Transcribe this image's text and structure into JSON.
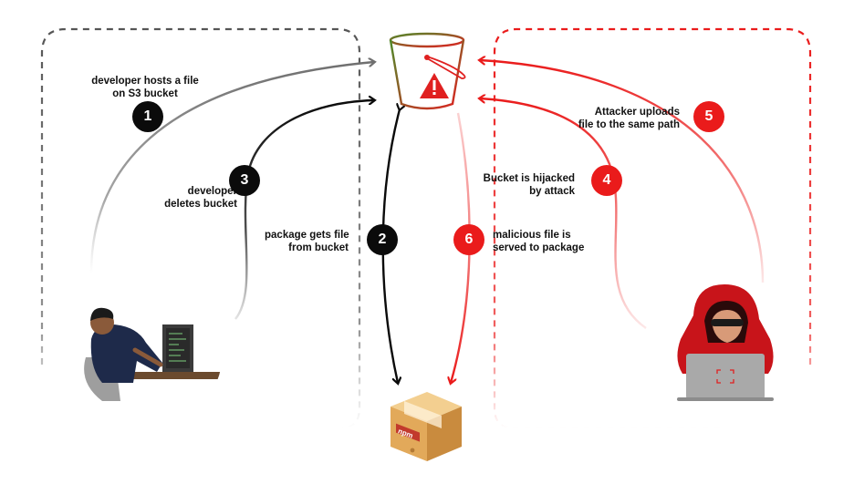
{
  "steps": [
    {
      "number": "1",
      "text_lines": [
        "developer hosts a file",
        "on S3 bucket"
      ]
    },
    {
      "number": "2",
      "text_lines": [
        "package gets file",
        "from bucket"
      ]
    },
    {
      "number": "3",
      "text_lines": [
        "developer",
        "deletes bucket"
      ]
    },
    {
      "number": "4",
      "text_lines": [
        "Bucket is hijacked",
        "by attack"
      ]
    },
    {
      "number": "5",
      "text_lines": [
        "Attacker uploads",
        "file to the same path"
      ]
    },
    {
      "number": "6",
      "text_lines": [
        "malicious file is",
        "served to package"
      ]
    }
  ],
  "package_label": "npm",
  "colors": {
    "dark": "#0b0b0b",
    "red": "#ea1b1b",
    "grey_line": "#7a7a7a",
    "bucket_green": "#5a8a2a",
    "bucket_red": "#e02020",
    "box": "#e7b36a"
  },
  "icons": [
    "s3-bucket-icon",
    "warning-icon",
    "npm-package-icon",
    "developer-illustration",
    "hacker-illustration"
  ]
}
